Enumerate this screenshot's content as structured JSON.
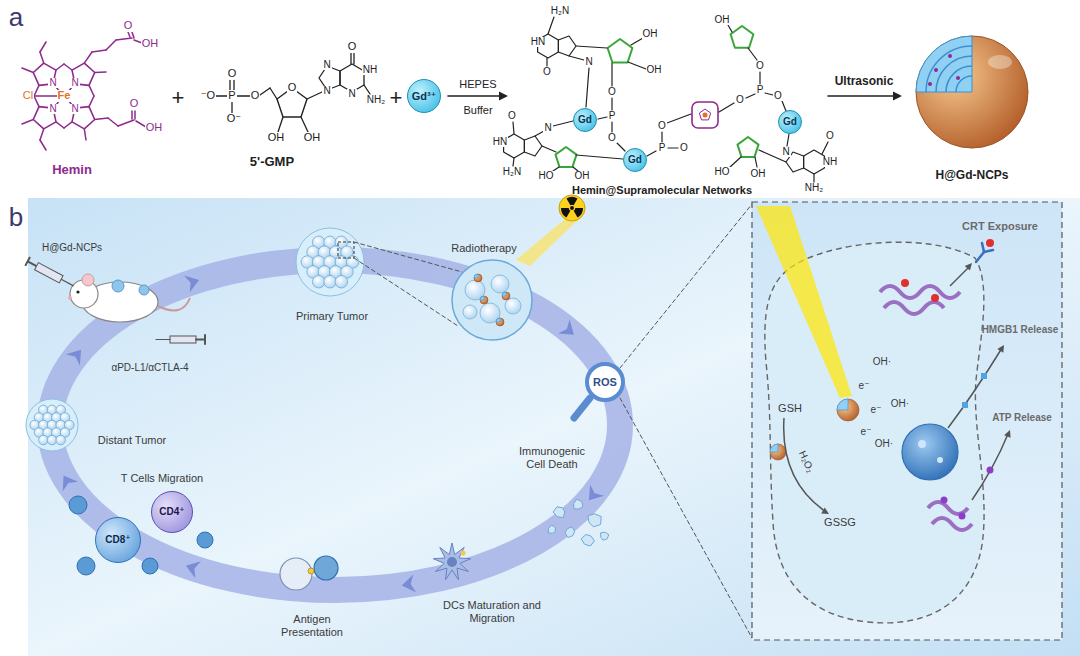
{
  "diagram": {
    "nodes": [
      {
        "text": [
          "Gd³⁺"
        ]
      },
      {
        "text": [
          "Gd"
        ]
      },
      {
        "text": [
          "Gd"
        ]
      },
      {
        "text": [
          "Gd"
        ]
      },
      {
        "text": [
          "ROS"
        ]
      },
      {
        "text": [
          "CD8⁺"
        ]
      },
      {
        "text": [
          "CD4⁺"
        ]
      }
    ],
    "labels": [
      "a",
      "Cl",
      "Fe",
      "N",
      "N",
      "N",
      "N",
      "O",
      "OH",
      "O",
      "OH",
      "Hemin",
      "+",
      "⁻O",
      "P",
      "O",
      "O⁻",
      "O",
      "O",
      "OH",
      "OH",
      "N",
      "N",
      "N",
      "NH",
      "NH₂",
      "O",
      "5'-GMP",
      "+",
      "HEPES",
      "Buffer",
      "H₂N",
      "HN",
      "O",
      "N",
      "OH",
      "OH",
      "O",
      "P",
      "O",
      "O",
      "HN",
      "H₂N",
      "N",
      "HO",
      "OH",
      "O",
      "P",
      "O",
      "OH",
      "O",
      "P",
      "O",
      "O",
      "N",
      "NH",
      "NH₂",
      "O",
      "HO",
      "OH",
      "Hemin@Supramolecular Networks",
      "Ultrasonic",
      "H@Gd-NCPs",
      "b",
      "H@Gd-NCPs",
      "αPD-L1/αCTLA-4",
      "Primary Tumor",
      "Radiotherapy",
      "Immunogenic Cell Death",
      "DCs Maturation and Migration",
      "Antigen Presentation",
      "T Cells Migration",
      "Distant Tumor",
      "CRT Exposure",
      "HMGB1 Release",
      "ATP Release",
      "GSH",
      "H₂O₂",
      "GSSG",
      "e⁻",
      "OH·",
      "e⁻",
      "OH·",
      "e⁻",
      "OH·"
    ]
  }
}
